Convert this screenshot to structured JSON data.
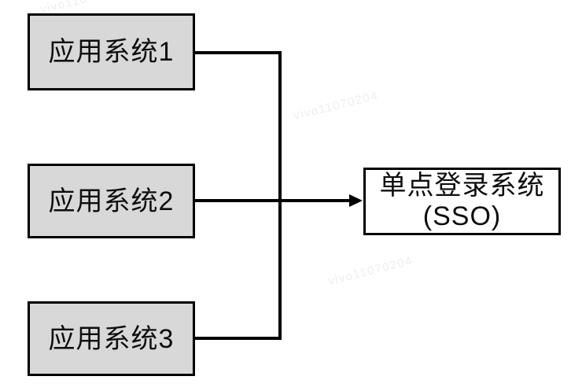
{
  "diagram": {
    "type": "flow-diagram",
    "background_color": "#ffffff",
    "line_color": "#000000",
    "nodes": [
      {
        "id": "app-system-1",
        "label": "应用系统1",
        "fill": "#d8d8d8",
        "border": "#000000"
      },
      {
        "id": "app-system-2",
        "label": "应用系统2",
        "fill": "#d8d8d8",
        "border": "#000000"
      },
      {
        "id": "app-system-3",
        "label": "应用系统3",
        "fill": "#d8d8d8",
        "border": "#000000"
      },
      {
        "id": "sso",
        "label": "单点登录系统",
        "label_line2": "(SSO)",
        "fill": "#ffffff",
        "border": "#000000"
      }
    ],
    "edges": [
      {
        "from": "app-system-1",
        "to": "sso",
        "arrow": false,
        "note": "joins shared trunk line"
      },
      {
        "from": "app-system-2",
        "to": "sso",
        "arrow": true,
        "note": "horizontal line with filled arrowhead into SSO box"
      },
      {
        "from": "app-system-3",
        "to": "sso",
        "arrow": false,
        "note": "joins shared trunk line"
      }
    ]
  },
  "watermark": {
    "text": "vivo11070204",
    "color": "#ebebeb",
    "rotation_deg": -14
  }
}
